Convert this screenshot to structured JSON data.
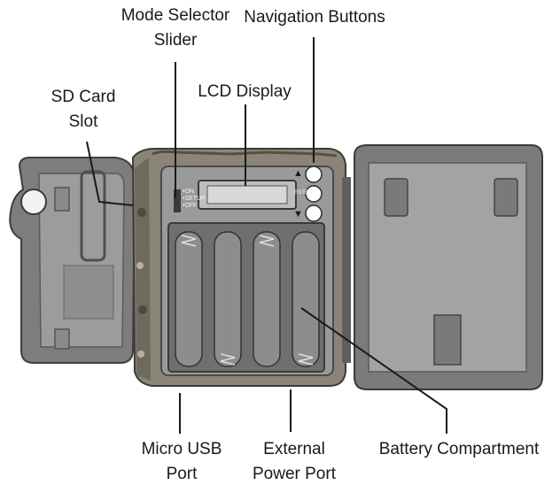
{
  "labels": {
    "mode_selector": [
      "Mode Selector",
      "Slider"
    ],
    "navigation_buttons": "Navigation Buttons",
    "sd_card": [
      "SD Card",
      "Slot"
    ],
    "lcd_display": "LCD Display",
    "micro_usb": [
      "Micro USB",
      "Port"
    ],
    "external_power": [
      "External",
      "Power Port"
    ],
    "battery_compartment": "Battery Compartment"
  },
  "device_print": {
    "switch_on": "•ON",
    "switch_setup": "•SETUP",
    "switch_off": "•OFF",
    "enter": "ENTER",
    "up_arrow": "▲",
    "down_arrow": "▼"
  }
}
